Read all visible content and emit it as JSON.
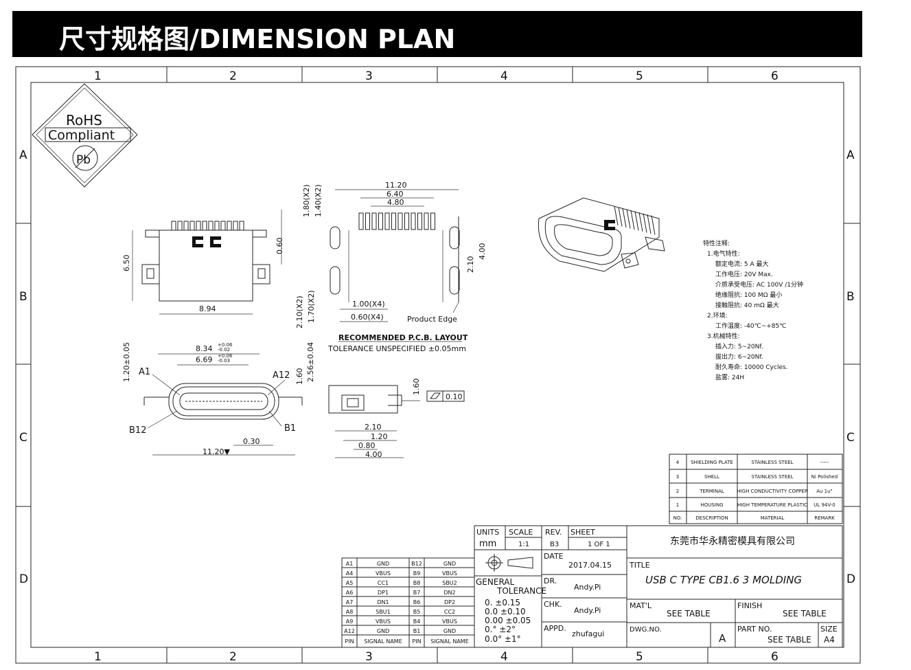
{
  "banner": {
    "title": "尺寸规格图/DIMENSION PLAN"
  },
  "frame": {
    "columns": [
      "1",
      "2",
      "3",
      "4",
      "5",
      "6"
    ],
    "rows": [
      "A",
      "B",
      "C",
      "D"
    ]
  },
  "rohs": {
    "line1": "RoHS",
    "line2": "Compliant",
    "mark": "Pb"
  },
  "dims": {
    "top_650": "6.50",
    "top_894": "8.94",
    "top_060": "0.60",
    "pcb_1120": "11.20",
    "pcb_640": "6.40",
    "pcb_480": "4.80",
    "pcb_180": "1.80(X2)",
    "pcb_140": "1.40(X2)",
    "pcb_210": "2.10",
    "pcb_400": "4.00",
    "pcb_210x2": "2.10(X2)",
    "pcb_170x2": "1.70(X2)",
    "pcb_100x4": "1.00(X4)",
    "pcb_060x4": "0.60(X4)",
    "product_edge": "Product Edge",
    "pcb_layout": "RECOMMENDED   P.C.B.  LAYOUT",
    "tolerance": "TOLERANCE  UNSPECIFIED  ±0.05mm",
    "front_834": "8.34",
    "front_834_tol_up": "+0.06",
    "front_834_tol_dn": "-0.02",
    "front_669": "6.69",
    "front_669_tol_up": "+0.06",
    "front_669_tol_dn": "-0.03",
    "front_120": "1.20±0.05",
    "front_256": "2.56±0.04",
    "front_160": "1.60",
    "front_030": "0.30",
    "front_1120": "11.20▼",
    "a1": "A1",
    "a12": "A12",
    "b12": "B12",
    "b1": "B1",
    "side_160": "1.60",
    "side_flat": "0.10",
    "side_210": "2.10",
    "side_120": "1.20",
    "side_080": "0.80",
    "side_400": "4.00"
  },
  "notes": {
    "header": "特性注释:",
    "lines": [
      "1.电气特性:",
      "额定电流: 5 A 最大",
      "工作电压: 20V Max.",
      "介质承受电压: AC 100V /1分钟",
      "绝缘阻抗: 100 MΩ 最小",
      "接触阻抗: 40 mΩ 最大",
      "2.环境:",
      "工作温度: -40℃~+85℃",
      "3.机械特性:",
      "插入力: 5~20Nf.",
      "拔出力: 6~20Nf.",
      "耐久寿命: 10000 Cycles.",
      "盐雾: 24H"
    ]
  },
  "bom": {
    "headers": [
      "NO.",
      "DESCRIPTION",
      "MATERIAL",
      "REMARK"
    ],
    "rows": [
      [
        "4",
        "SHIELDING PLATE",
        "STAINLESS STEEL",
        "-----"
      ],
      [
        "3",
        "SHELL",
        "STAINLESS STEEL",
        "Ni Polished"
      ],
      [
        "2",
        "TERMINAL",
        "HIGH CONDUCTIVITY COPPER",
        "Au 1u\""
      ],
      [
        "1",
        "HOUSING",
        "HIGH TEMPERATURE PLASTIC",
        "UL 94V-0"
      ]
    ]
  },
  "pins": {
    "rows": [
      [
        "A1",
        "GND",
        "B12",
        "GND"
      ],
      [
        "A4",
        "VBUS",
        "B9",
        "VBUS"
      ],
      [
        "A5",
        "CC1",
        "B8",
        "SBU2"
      ],
      [
        "A6",
        "DP1",
        "B7",
        "DN2"
      ],
      [
        "A7",
        "DN1",
        "B6",
        "DP2"
      ],
      [
        "A8",
        "SBU1",
        "B5",
        "CC2"
      ],
      [
        "A9",
        "VBUS",
        "B4",
        "VBUS"
      ],
      [
        "A12",
        "GND",
        "B1",
        "GND"
      ]
    ],
    "header": [
      "PIN",
      "SIGNAL NAME",
      "PIN",
      "SIGNAL NAME"
    ]
  },
  "title_block": {
    "units_label": "UNITS",
    "units_val": "mm",
    "scale_label": "SCALE",
    "scale_val": "1:1",
    "rev_label": "REV.",
    "rev_val": "B3",
    "sheet_label": "SHEET",
    "sheet_val": "1  OF  1",
    "date_label": "DATE",
    "date_val": "2017.04.15",
    "general": "GENERAL",
    "tol_label": "TOLERANCE",
    "tol_lines": [
      "0.    ±0.15",
      "0.0   ±0.10",
      "0.00 ±0.05",
      "0.°   ±2°",
      "0.0° ±1°"
    ],
    "dr_label": "DR.",
    "dr_val": "Andy.Pi",
    "chk_label": "CHK.",
    "chk_val": "Andy.Pi",
    "appd_label": "APPD.",
    "appd_val": "zhufagui",
    "company": "东莞市华永精密模具有限公司",
    "title_label": "TITLE",
    "title_val": "USB C TYPE CB1.6 3 MOLDING",
    "matl_label": "MAT'L",
    "matl_val": "SEE TABLE",
    "finish_label": "FINISH",
    "finish_val": "SEE TABLE",
    "dwg_label": "DWG.NO.",
    "dwg_val": "A",
    "part_label": "PART NO.",
    "part_val": "SEE TABLE",
    "size_label": "SIZE",
    "size_val": "A4"
  }
}
